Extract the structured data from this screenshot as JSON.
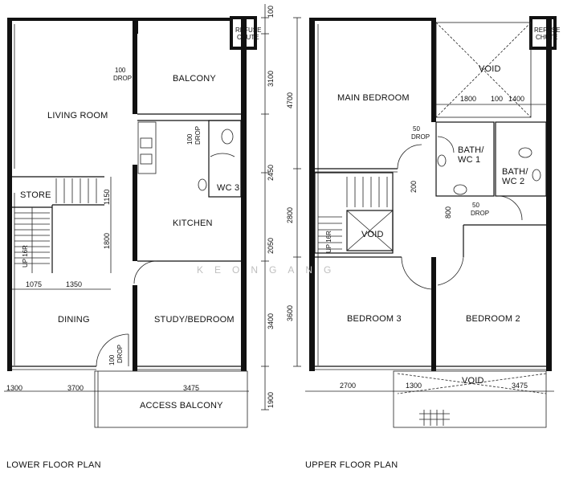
{
  "lower": {
    "rooms": {
      "living_room": "LIVING ROOM",
      "balcony": "BALCONY",
      "kitchen": "KITCHEN",
      "wc3": "WC 3",
      "store": "STORE",
      "dining": "DINING",
      "study_bedroom": "STUDY/BEDROOM",
      "access_balcony": "ACCESS BALCONY",
      "refuse_chute_1": "REFUSE",
      "refuse_chute_2": "CHUTE"
    },
    "drops": {
      "living_100": "100",
      "living_drop": "DROP",
      "kitchen_100": "100",
      "kitchen_drop": "DROP",
      "dining_100": "100",
      "dining_drop": "DROP"
    },
    "stair_label": "UP 16R",
    "dims_right": [
      "100",
      "3100",
      "2450",
      "2050",
      "3400",
      "1900"
    ],
    "dims_inner": [
      "1150",
      "1800"
    ],
    "dims_h_mid": [
      "1075",
      "1350"
    ],
    "dims_bottom": [
      "1300",
      "3700",
      "3475"
    ],
    "title": "LOWER FLOOR PLAN"
  },
  "upper": {
    "rooms": {
      "main_bedroom": "MAIN BEDROOM",
      "void_top": "VOID",
      "bath1_a": "BATH/",
      "bath1_b": "WC  1",
      "bath2_a": "BATH/",
      "bath2_b": "WC  2",
      "void_stair": "VOID",
      "bedroom3": "BEDROOM  3",
      "bedroom2": "BEDROOM  2",
      "void_bottom": "VOID",
      "refuse_chute_1": "REFUSE",
      "refuse_chute_2": "CHUTE"
    },
    "drops": {
      "main_50": "50",
      "main_drop": "DROP",
      "bath_50": "50",
      "bath_drop": "DROP"
    },
    "stair_label": "UP 16R",
    "dims_left": [
      "4700",
      "2800",
      "3600"
    ],
    "dims_top_void": [
      "1800",
      "100",
      "1400"
    ],
    "dims_inner": [
      "200",
      "800"
    ],
    "dims_bottom": [
      "2700",
      "1300",
      "3475"
    ],
    "title": "UPPER FLOOR PLAN"
  },
  "watermark": "KEONGANG"
}
